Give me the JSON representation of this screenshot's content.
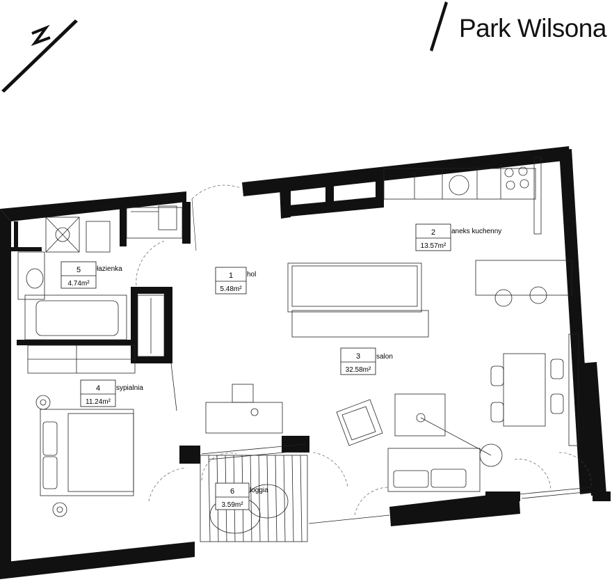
{
  "brand": {
    "name": "Park Wilsona"
  },
  "compass": {
    "north_label": "N"
  },
  "rooms": [
    {
      "number": "1",
      "name": "hol",
      "area": "5.48m²"
    },
    {
      "number": "2",
      "name": "aneks kuchenny",
      "area": "13.57m²"
    },
    {
      "number": "3",
      "name": "salon",
      "area": "32.58m²"
    },
    {
      "number": "4",
      "name": "sypialnia",
      "area": "11.24m²"
    },
    {
      "number": "5",
      "name": "łazienka",
      "area": "4.74m²"
    },
    {
      "number": "6",
      "name": "loggia",
      "area": "3.59m²"
    }
  ]
}
